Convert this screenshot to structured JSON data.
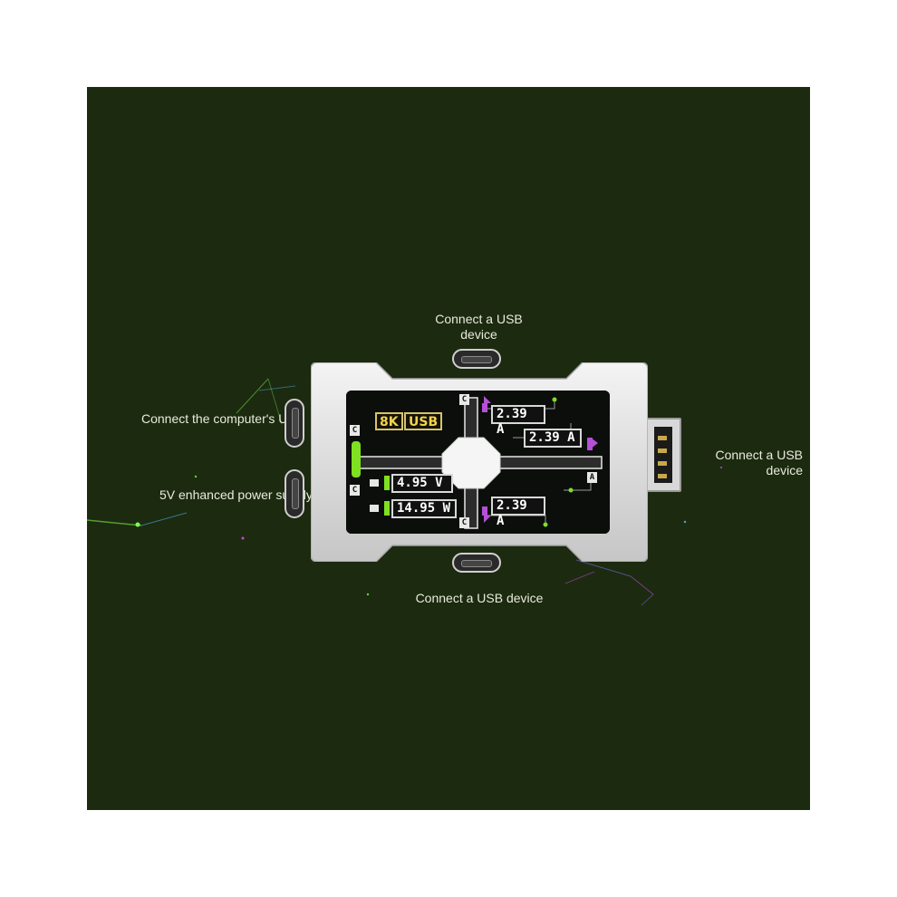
{
  "labels": {
    "top": "Connect a USB device",
    "left_top": "Connect the computer's USB",
    "left_bottom": "5V enhanced power supply",
    "right": "Connect a USB device",
    "bottom": "Connect a USB device"
  },
  "screen": {
    "badge_8k": "8K",
    "badge_usb": "USB",
    "voltage": "4.95 V",
    "power": "14.95 W",
    "current_top": "2.39 A",
    "current_right": "2.39 A",
    "current_bottom": "2.39 A",
    "port_c": "C",
    "port_a": "A"
  },
  "colors": {
    "background": "#1c2a10",
    "accent_green": "#7ee020",
    "accent_purple": "#b64fd8",
    "badge_yellow": "#f2d34d"
  }
}
